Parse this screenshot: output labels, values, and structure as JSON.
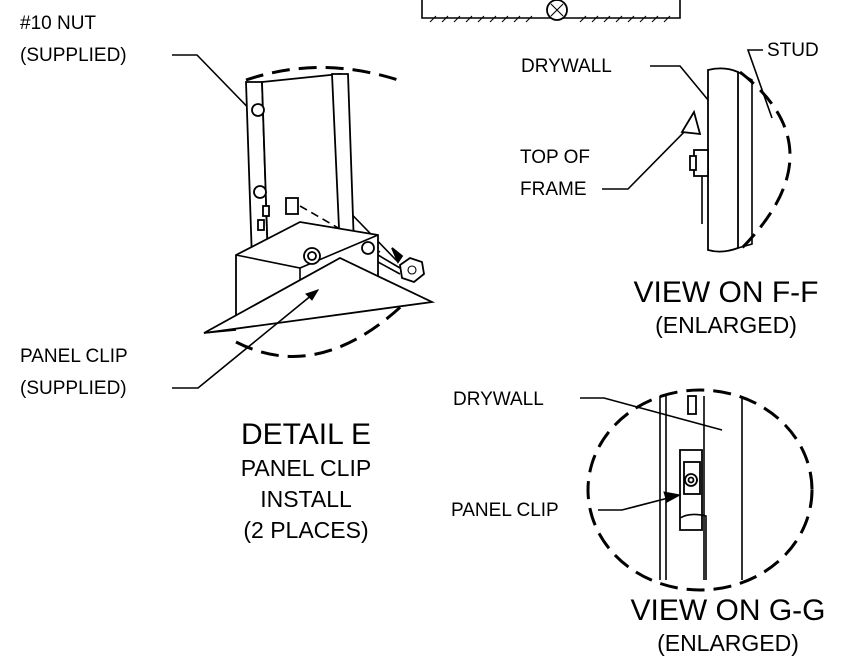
{
  "detail_e": {
    "callout_nut_line1": "#10 NUT",
    "callout_nut_line2": "(SUPPLIED)",
    "callout_clip_line1": "PANEL CLIP",
    "callout_clip_line2": "(SUPPLIED)",
    "title": "DETAIL E",
    "subtitle_line1": "PANEL CLIP",
    "subtitle_line2": "INSTALL",
    "subtitle_line3": "(2 PLACES)"
  },
  "view_ff": {
    "label_drywall": "DRYWALL",
    "label_stud": "STUD",
    "label_frame_line1": "TOP OF",
    "label_frame_line2": "FRAME",
    "title": "VIEW ON F-F",
    "subtitle": "(ENLARGED)"
  },
  "view_gg": {
    "label_drywall": "DRYWALL",
    "label_panel_clip": "PANEL CLIP",
    "title": "VIEW ON G-G",
    "subtitle": "(ENLARGED)"
  }
}
